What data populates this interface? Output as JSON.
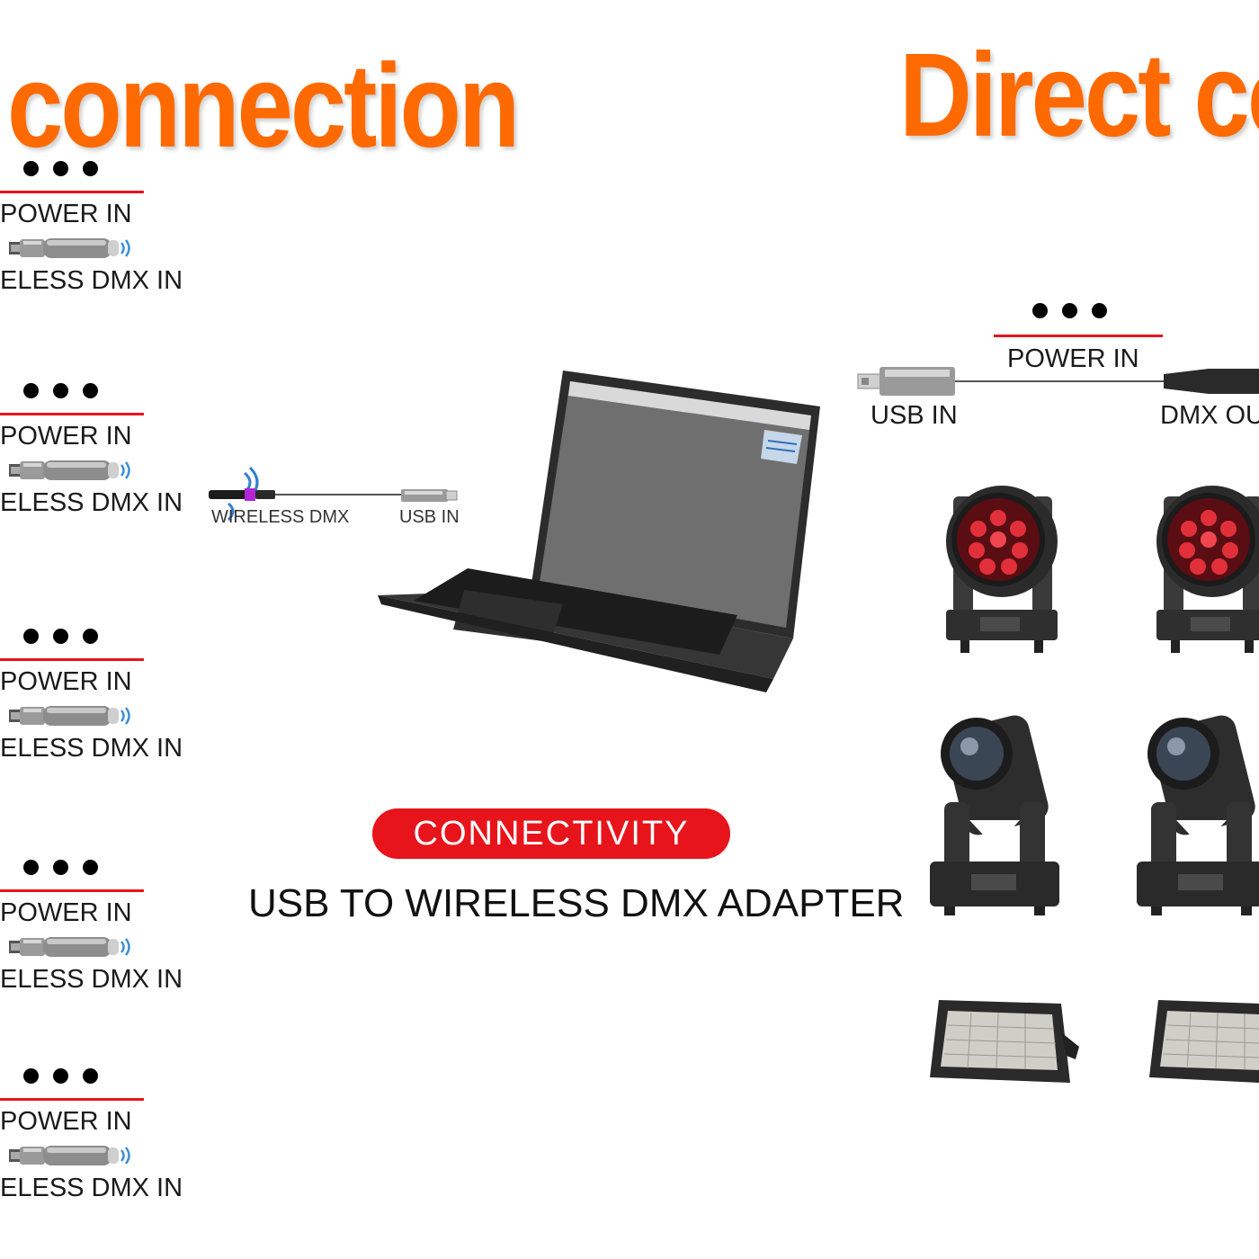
{
  "titles": {
    "left": "connection",
    "right": "Direct co"
  },
  "receivers": [
    {
      "power_label": "POWER IN",
      "dmx_label": "ELESS DMX IN"
    },
    {
      "power_label": "POWER IN",
      "dmx_label": "ELESS DMX IN"
    },
    {
      "power_label": "POWER IN",
      "dmx_label": "ELESS DMX IN"
    },
    {
      "power_label": "POWER IN",
      "dmx_label": "ELESS DMX IN"
    },
    {
      "power_label": "POWER IN",
      "dmx_label": "ELESS DMX IN"
    }
  ],
  "adapter": {
    "wireless_label": "WIRELESS DMX",
    "usb_label": "USB IN"
  },
  "direct": {
    "power_label": "POWER IN",
    "usb_label": "USB IN",
    "dmx_label": "DMX OU"
  },
  "center": {
    "badge": "CONNECTIVITY",
    "subtitle": "USB TO WIRELESS DMX ADAPTER"
  },
  "colors": {
    "title_orange": "#ff6a00",
    "accent_red": "#e8141c"
  }
}
